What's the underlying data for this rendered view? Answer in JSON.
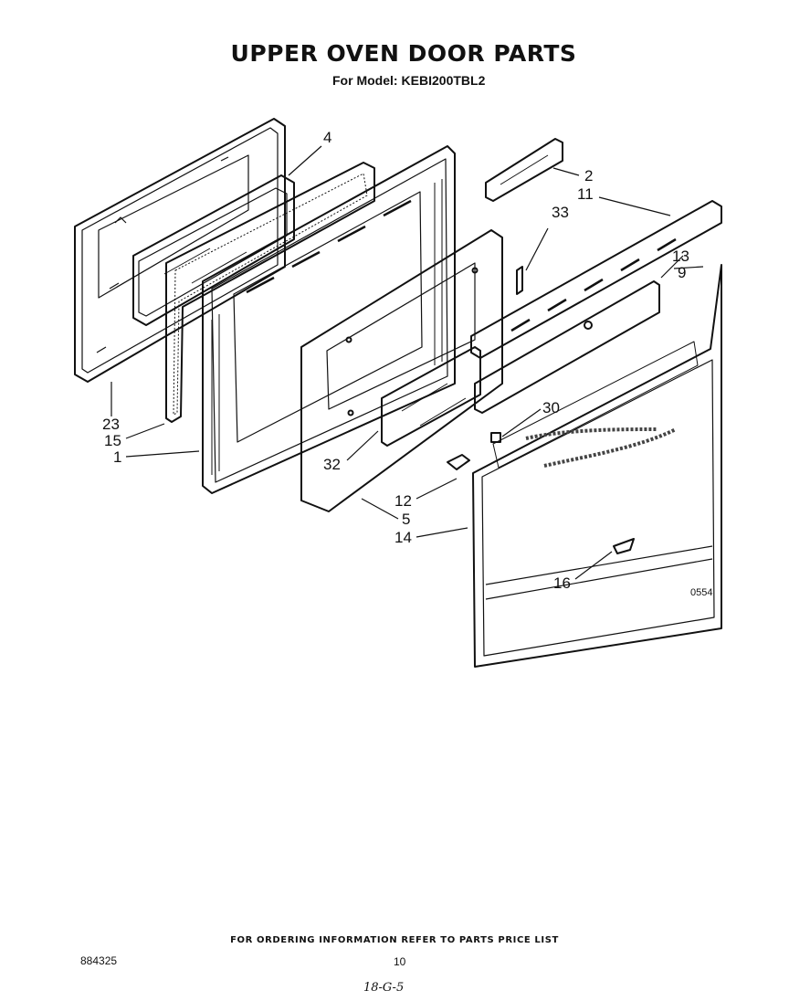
{
  "header": {
    "title": "UPPER OVEN DOOR PARTS",
    "model_label": "For Model:",
    "model_number": "KEBI200TBL2"
  },
  "callouts": [
    "4",
    "2",
    "11",
    "33",
    "13",
    "9",
    "23",
    "15",
    "1",
    "30",
    "32",
    "12",
    "5",
    "14",
    "16"
  ],
  "figure_code": "0554",
  "footer": {
    "note": "FOR ORDERING INFORMATION REFER TO PARTS PRICE LIST",
    "document_number": "884325",
    "page_number": "10",
    "handwritten": "18-G-5"
  }
}
